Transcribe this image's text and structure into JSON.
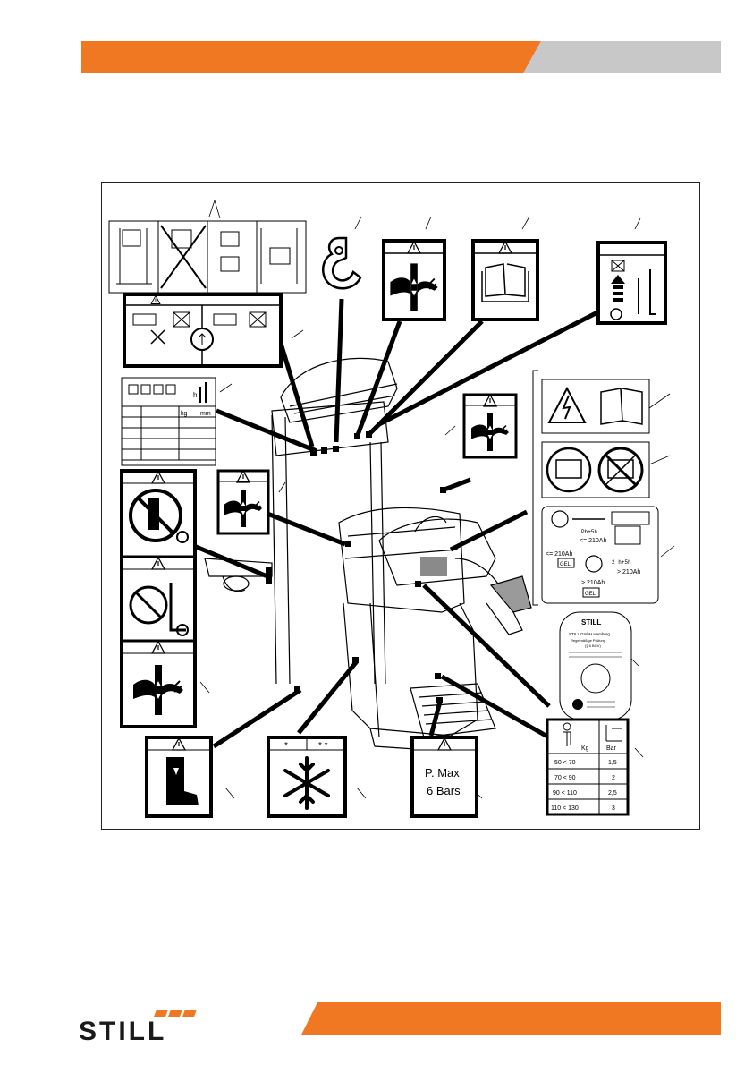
{
  "colors": {
    "brand_orange": "#f07823",
    "header_grey": "#c8c8c8",
    "brand_dark": "#1a1a1a"
  },
  "brand": {
    "logo_text": "STILL"
  },
  "figure": {
    "rating_decal": {
      "company": "STILL GmbH Hamburg",
      "line2": "Regelmäßige Prüfung",
      "line3": "(§ 6 BGV)"
    },
    "battery_decal": {
      "label_le": "<= 210Ah",
      "label_le2": "<= 210Ah",
      "label_gt": "> 210Ah",
      "label_gt2": "> 210Ah",
      "gel": "GEL",
      "code1": "Pb+5h",
      "code2": "2 h+5h"
    },
    "pressure_decal": {
      "line1": "P. Max",
      "line2": "6 Bars"
    },
    "tyre_table": {
      "col1": "Kg",
      "col2": "Bar",
      "rows": [
        {
          "kg": "50 < 70",
          "bar": "1,5"
        },
        {
          "kg": "70 < 90",
          "bar": "2"
        },
        {
          "kg": "90 < 110",
          "bar": "2,5"
        },
        {
          "kg": "110 < 130",
          "bar": "3"
        }
      ]
    },
    "load_table": {
      "unit_kg": "kg",
      "unit_mm": "mm",
      "h": "h"
    },
    "cold_decal": {
      "left": "*",
      "right": "* *"
    }
  }
}
